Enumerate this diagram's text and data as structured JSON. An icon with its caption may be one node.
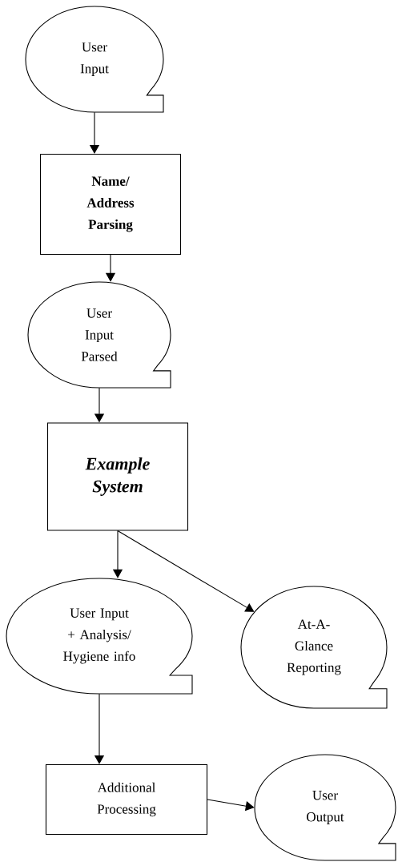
{
  "diagram": {
    "nodes": [
      {
        "text": [
          "User Input"
        ]
      },
      {
        "text": [
          "Name/ Address Parsing"
        ]
      },
      {
        "text": [
          "User Input Parsed"
        ]
      },
      {
        "text": [
          "Example System"
        ]
      },
      {
        "text": [
          "User Input + Analysis/ Hygiene info"
        ]
      },
      {
        "text": [
          "At-A-Glance Reporting"
        ]
      },
      {
        "text": [
          "Additional Processing"
        ]
      },
      {
        "text": [
          "User Output"
        ]
      }
    ],
    "edges": [
      {
        "from": 0,
        "to": 1,
        "arrow": "to"
      },
      {
        "from": 1,
        "to": 2,
        "arrow": "to"
      },
      {
        "from": 2,
        "to": 3,
        "arrow": "to"
      },
      {
        "from": 3,
        "to": 4,
        "arrow": "to"
      },
      {
        "from": 3,
        "to": 5,
        "arrow": "to"
      },
      {
        "from": 4,
        "to": 6,
        "arrow": "to"
      },
      {
        "from": 6,
        "to": 7,
        "arrow": "to"
      }
    ]
  }
}
